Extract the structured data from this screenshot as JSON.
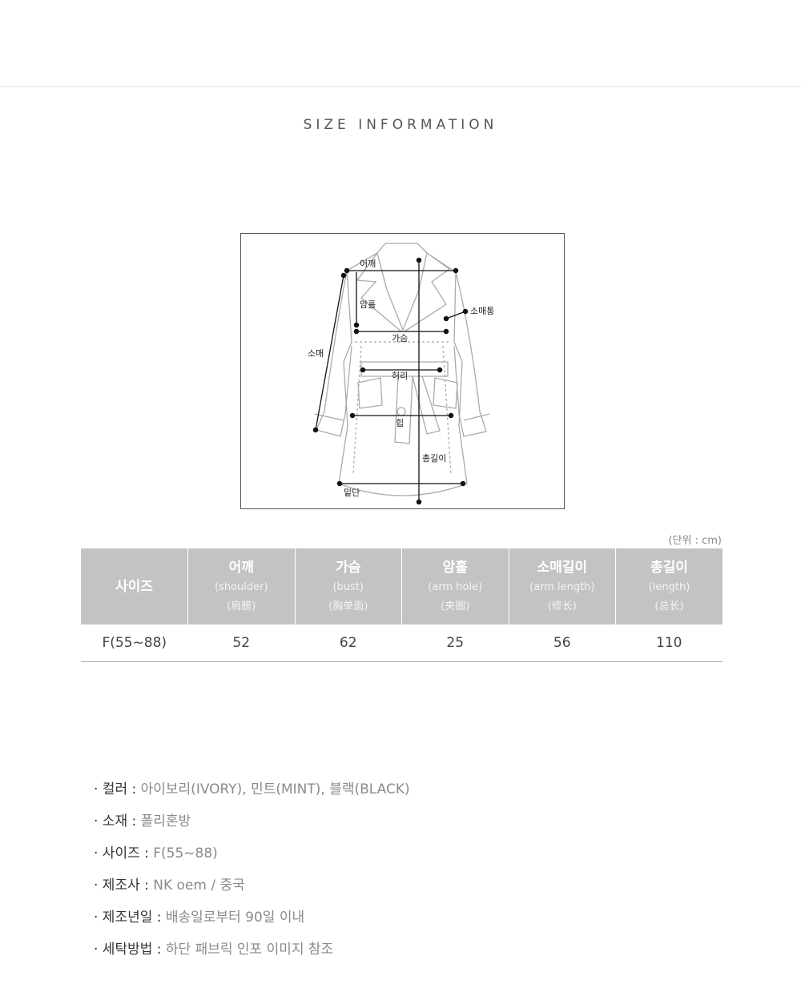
{
  "header": {
    "title": "SIZE INFORMATION"
  },
  "diagram": {
    "labels": {
      "shoulder": "어깨",
      "armhole": "암홀",
      "sleeve_width": "소매통",
      "chest": "가슴",
      "sleeve": "소매",
      "waist": "허리",
      "hip": "힙",
      "total_length": "총길이",
      "hem": "밑단"
    }
  },
  "unit_note": "(단위 : cm)",
  "size_table": {
    "columns": [
      {
        "ko": "사이즈",
        "en": "",
        "cn": ""
      },
      {
        "ko": "어깨",
        "en": "(shoulder)",
        "cn": "(肩膀)"
      },
      {
        "ko": "가슴",
        "en": "(bust)",
        "cn": "(胸单面)"
      },
      {
        "ko": "암홀",
        "en": "(arm hole)",
        "cn": "(夹圈)"
      },
      {
        "ko": "소매길이",
        "en": "(arm length)",
        "cn": "(修长)"
      },
      {
        "ko": "총길이",
        "en": "(length)",
        "cn": "(总长)"
      }
    ],
    "rows": [
      [
        "F(55~88)",
        "52",
        "62",
        "25",
        "56",
        "110"
      ]
    ]
  },
  "info": [
    {
      "key": "· 컬러 : ",
      "value": "아이보리(IVORY), 민트(MINT), 블랙(BLACK)"
    },
    {
      "key": "· 소재 : ",
      "value": "폴리혼방"
    },
    {
      "key": "· 사이즈 : ",
      "value": "F(55~88)"
    },
    {
      "key": "· 제조사 : ",
      "value": "NK oem /  중국"
    },
    {
      "key": "· 제조년일 : ",
      "value": "배송일로부터 90일 이내"
    },
    {
      "key": "· 세탁방법 : ",
      "value": "하단 패브릭 인포 이미지 참조"
    }
  ]
}
